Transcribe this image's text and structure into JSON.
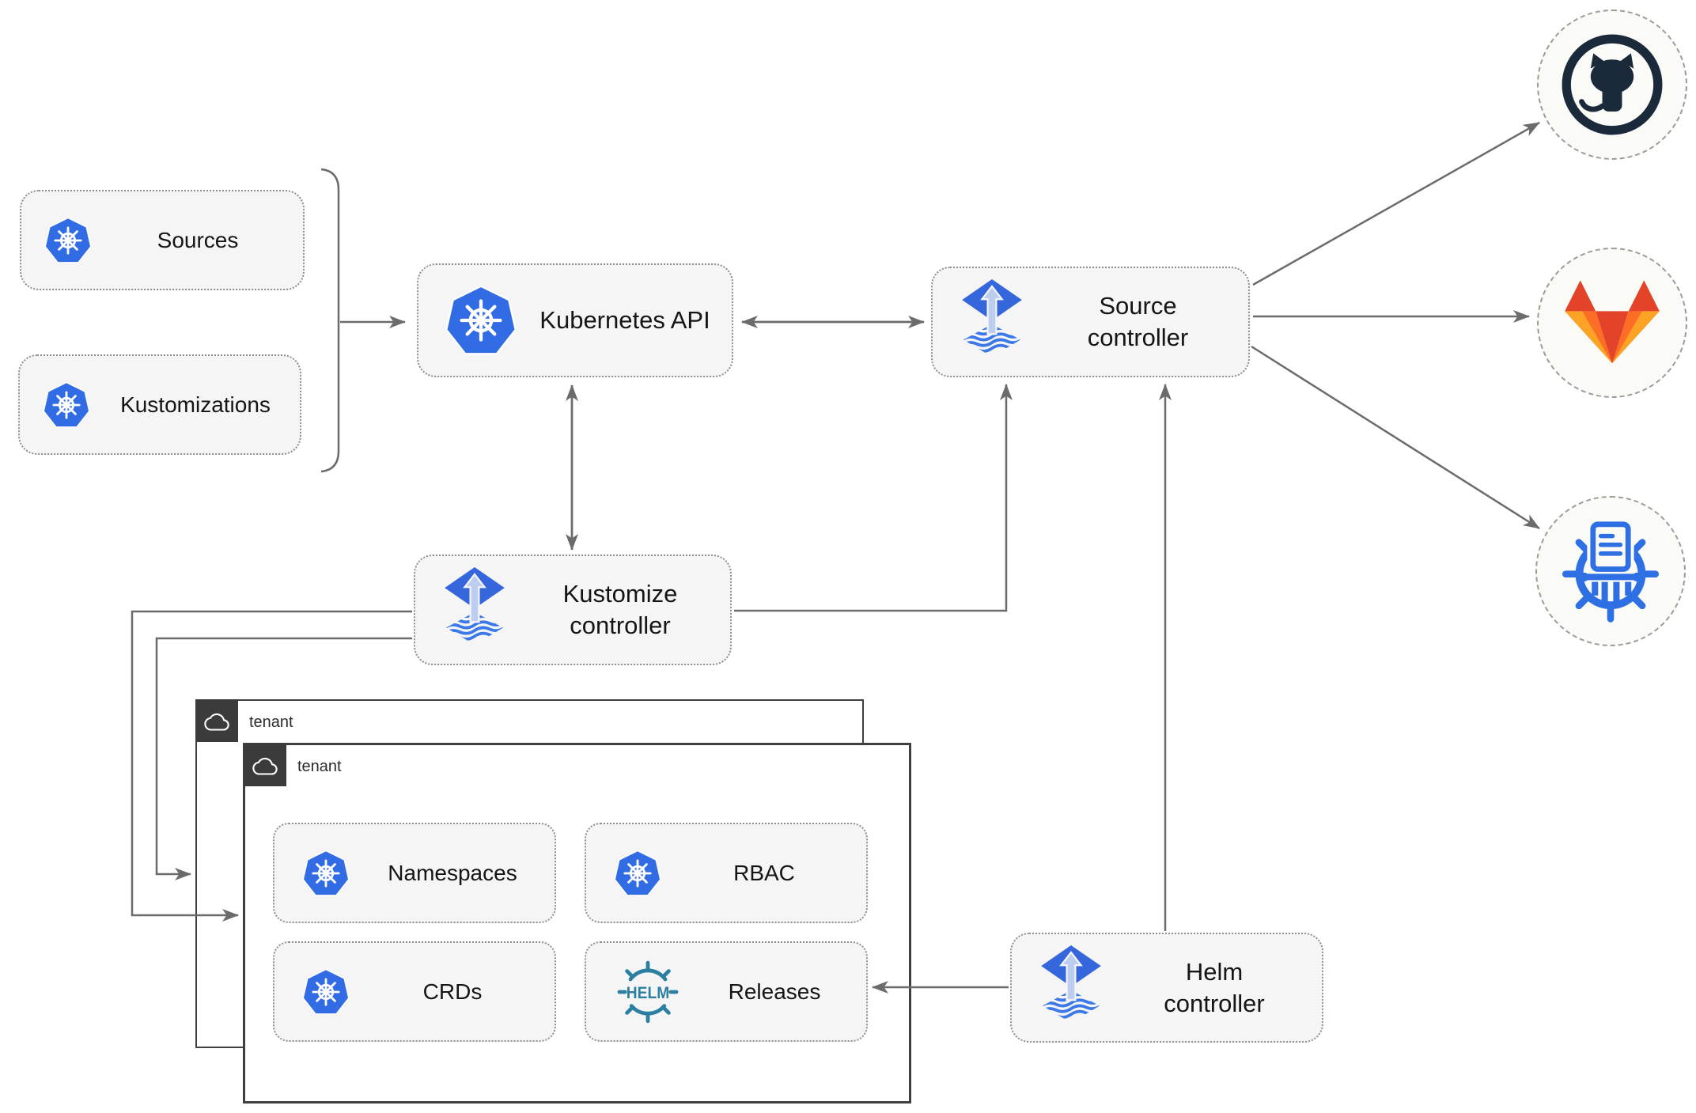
{
  "diagram": {
    "nodes": {
      "sources": {
        "label": "Sources"
      },
      "kustomizations": {
        "label": "Kustomizations"
      },
      "kubernetes_api": {
        "label": "Kubernetes API"
      },
      "source_controller": {
        "label": "Source controller"
      },
      "kustomize_controller": {
        "label": "Kustomize controller"
      },
      "helm_controller": {
        "label": "Helm controller"
      }
    },
    "tenants": {
      "back": {
        "label": "tenant"
      },
      "front": {
        "label": "tenant"
      }
    },
    "tenant_items": {
      "namespaces": {
        "label": "Namespaces"
      },
      "rbac": {
        "label": "RBAC"
      },
      "crds": {
        "label": "CRDs"
      },
      "releases": {
        "label": "Releases",
        "logo_text": "HELM"
      }
    },
    "remotes": {
      "github": {
        "icon": "github-icon"
      },
      "gitlab": {
        "icon": "gitlab-icon"
      },
      "chartmuseum": {
        "icon": "chartmuseum-icon"
      }
    },
    "colors": {
      "kubernetes_blue": "#326ce5",
      "flux_blue": "#3566db",
      "flux_arrow_light": "#bccdf0",
      "flux_wave_blue": "#3b78e8",
      "helm_teal": "#2c7fa0",
      "github_dark": "#1b2a3a",
      "gitlab_dark_orange": "#e24329",
      "gitlab_orange": "#fc6d26",
      "gitlab_light_orange": "#fca326",
      "connector_gray": "#6b6b6b",
      "box_fill": "#f5f5f5",
      "tenant_label_bg": "#3b3b3b"
    }
  }
}
